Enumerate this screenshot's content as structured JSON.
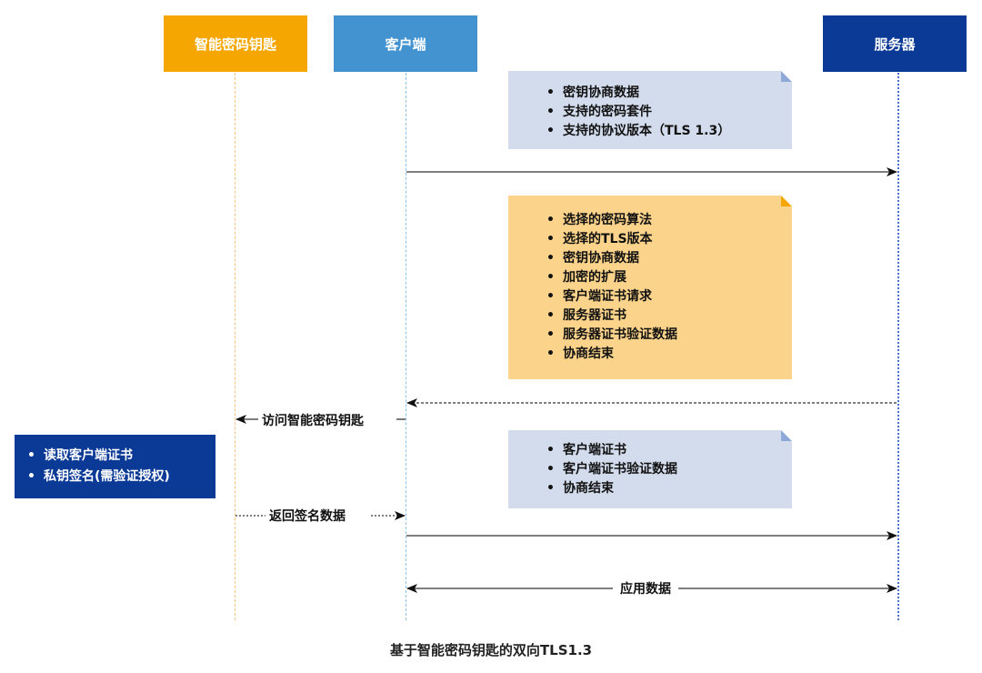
{
  "actors": {
    "smart_key": {
      "label": "智能密码钥匙",
      "color": "#f5a600"
    },
    "client": {
      "label": "客户端",
      "color": "#4393d1"
    },
    "server": {
      "label": "服务器",
      "color": "#0b3a96"
    }
  },
  "notes": {
    "client_hello": {
      "color": "#d3dcec",
      "fold_color": "#8fa9d6",
      "items": [
        "密钥协商数据",
        "支持的密码套件",
        "支持的协议版本（TLS 1.3）"
      ]
    },
    "server_hello": {
      "color": "#fbd38a",
      "fold_color": "#f5a600",
      "items": [
        "选择的密码算法",
        "选择的TLS版本",
        "密钥协商数据",
        "加密的扩展",
        "客户端证书请求",
        "服务器证书",
        "服务器证书验证数据",
        "协商结束"
      ]
    },
    "client_finish": {
      "color": "#d3dcec",
      "fold_color": "#8fa9d6",
      "items": [
        "客户端证书",
        "客户端证书验证数据",
        "协商结束"
      ]
    },
    "smart_key_ops": {
      "color": "#0b3a96",
      "items": [
        "读取客户端证书",
        "私钥签名(需验证授权)"
      ]
    }
  },
  "messages": {
    "access_key": "访问智能密码钥匙",
    "return_signature": "返回签名数据",
    "app_data": "应用数据"
  },
  "caption": "基于智能密码钥匙的双向TLS1.3"
}
